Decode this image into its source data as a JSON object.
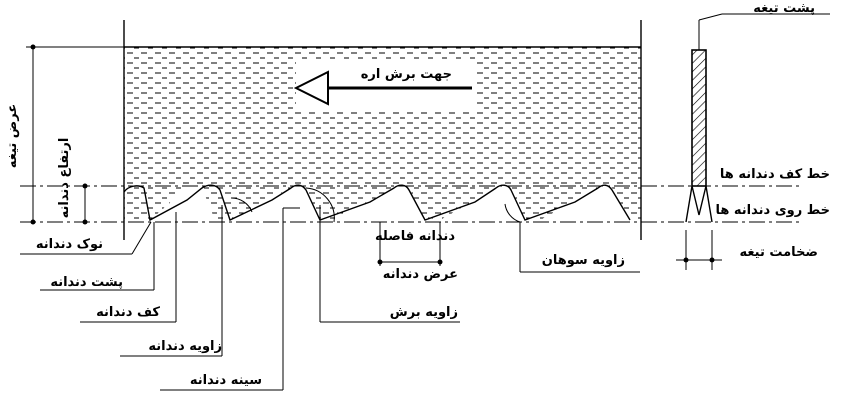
{
  "labels": {
    "cut_direction": "جهت برش اره",
    "blade_back": "پشت تیغه",
    "root_line": "خط کف دندانه ها",
    "tip_line": "خط روی دندانه ها",
    "blade_thickness": "ضخامت تیغه",
    "blade_width": "عرض تیغه",
    "tooth_height": "ارتفاع دندانه",
    "tooth_tip": "نوک دندانه",
    "tooth_back": "پشت دندانه",
    "tooth_root": "کف دندانه",
    "tooth_angle": "زاویه    دندانه",
    "tooth_face": "سینه    دندانه",
    "rake_angle": "زاویه    برش",
    "clearance_angle": "زاویه    سوهان",
    "tooth_pitch": "دندانه    فاصله",
    "tooth_width": "عرض دندانه"
  },
  "colors": {
    "ink": "#000000",
    "background": "#ffffff"
  }
}
